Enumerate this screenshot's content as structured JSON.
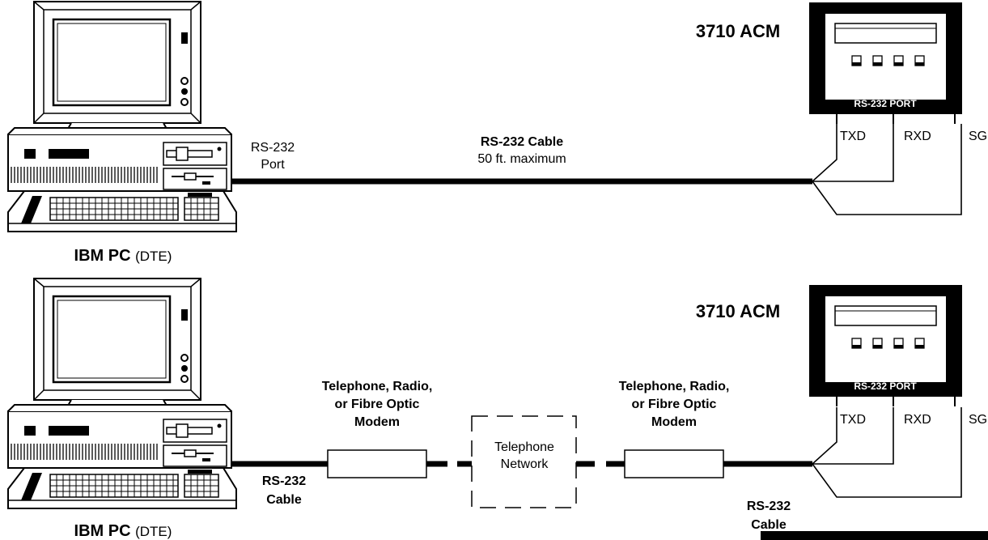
{
  "top": {
    "pc_label_bold": "IBM PC",
    "pc_label_suffix": "(DTE)",
    "pc_port_line1": "RS-232",
    "pc_port_line2": "Port",
    "cable_title": "RS-232  Cable",
    "cable_subtitle": "50  ft.  maximum",
    "acm_title": "3710 ACM",
    "acm_port": "RS-232 PORT",
    "signals": [
      "TXD",
      "RXD",
      "SG"
    ]
  },
  "bottom": {
    "pc_label_bold": "IBM PC",
    "pc_label_suffix": "(DTE)",
    "cable_left_line1": "RS-232",
    "cable_left_line2": "Cable",
    "modem_left_lines": [
      "Telephone,  Radio,",
      "or Fibre Optic",
      "Modem"
    ],
    "network_lines": [
      "Telephone",
      "Network"
    ],
    "modem_right_lines": [
      "Telephone,  Radio,",
      "or Fibre Optic",
      "Modem"
    ],
    "cable_right_line1": "RS-232",
    "cable_right_line2": "Cable",
    "acm_title": "3710 ACM",
    "acm_port": "RS-232 PORT",
    "signals": [
      "TXD",
      "RXD",
      "SG"
    ]
  },
  "icons": {
    "computer": "ibm-pc-icon",
    "device": "acm-device-icon"
  },
  "colors": {
    "ink": "#000000",
    "paper": "#ffffff"
  }
}
